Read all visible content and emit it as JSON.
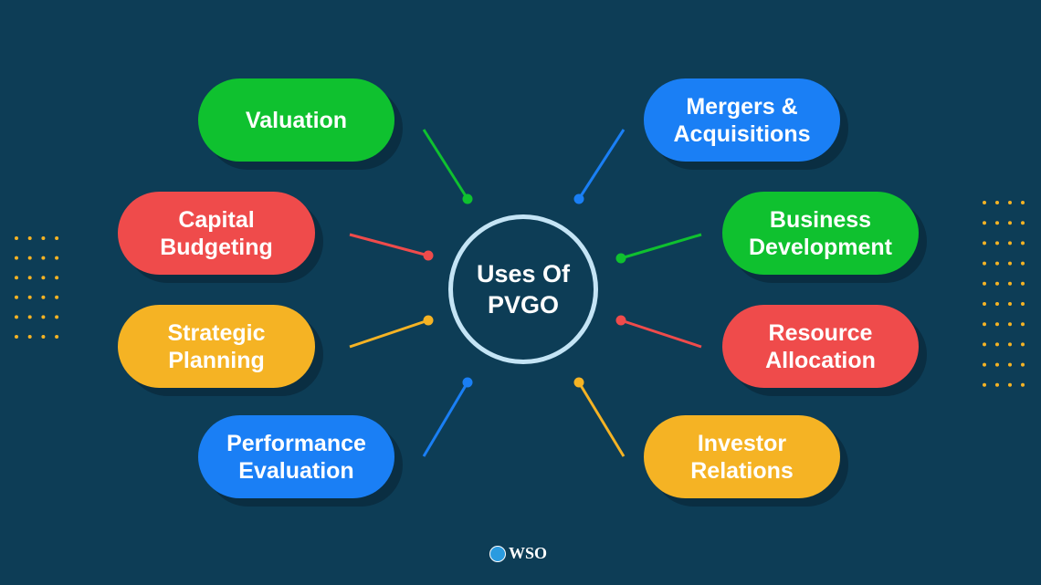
{
  "center": {
    "title": "Uses Of PVGO"
  },
  "uses": [
    {
      "label": "Valuation",
      "color": "#0fc12f"
    },
    {
      "label": "Capital Budgeting",
      "color": "#ef4b4b"
    },
    {
      "label": "Strategic Planning",
      "color": "#f5b324"
    },
    {
      "label": "Performance Evaluation",
      "color": "#1a7ff5"
    },
    {
      "label": "Mergers & Acquisitions",
      "color": "#1a7ff5"
    },
    {
      "label": "Business Development",
      "color": "#0fc12f"
    },
    {
      "label": "Resource Allocation",
      "color": "#ef4b4b"
    },
    {
      "label": "Investor Relations",
      "color": "#f5b324"
    }
  ],
  "logo": {
    "text": "WSO"
  }
}
